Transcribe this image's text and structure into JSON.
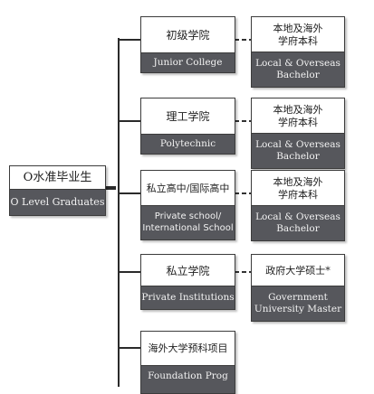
{
  "origin": {
    "title": "O水准毕业生",
    "subtitle": "O Level Graduates"
  },
  "paths": [
    {
      "zh": "初级学院",
      "en": "Junior College",
      "outcome_zh": "本地及海外\n学府本科",
      "outcome_en": "Local & Overseas\nBachelor"
    },
    {
      "zh": "理工学院",
      "en": "Polytechnic",
      "outcome_zh": "本地及海外\n学府本科",
      "outcome_en": "Local & Overseas\nBachelor"
    },
    {
      "zh": "私立高中/国际高中",
      "en": "Private school/\nInternational School",
      "outcome_zh": "本地及海外\n学府本科",
      "outcome_en": "Local & Overseas\nBachelor"
    },
    {
      "zh": "私立学院",
      "en": "Private Institutions",
      "outcome_zh": "政府大学硕士*",
      "outcome_en": "Government\nUniversity Master"
    },
    {
      "zh": "海外大学预科项目",
      "en": "Foundation Prog"
    }
  ]
}
